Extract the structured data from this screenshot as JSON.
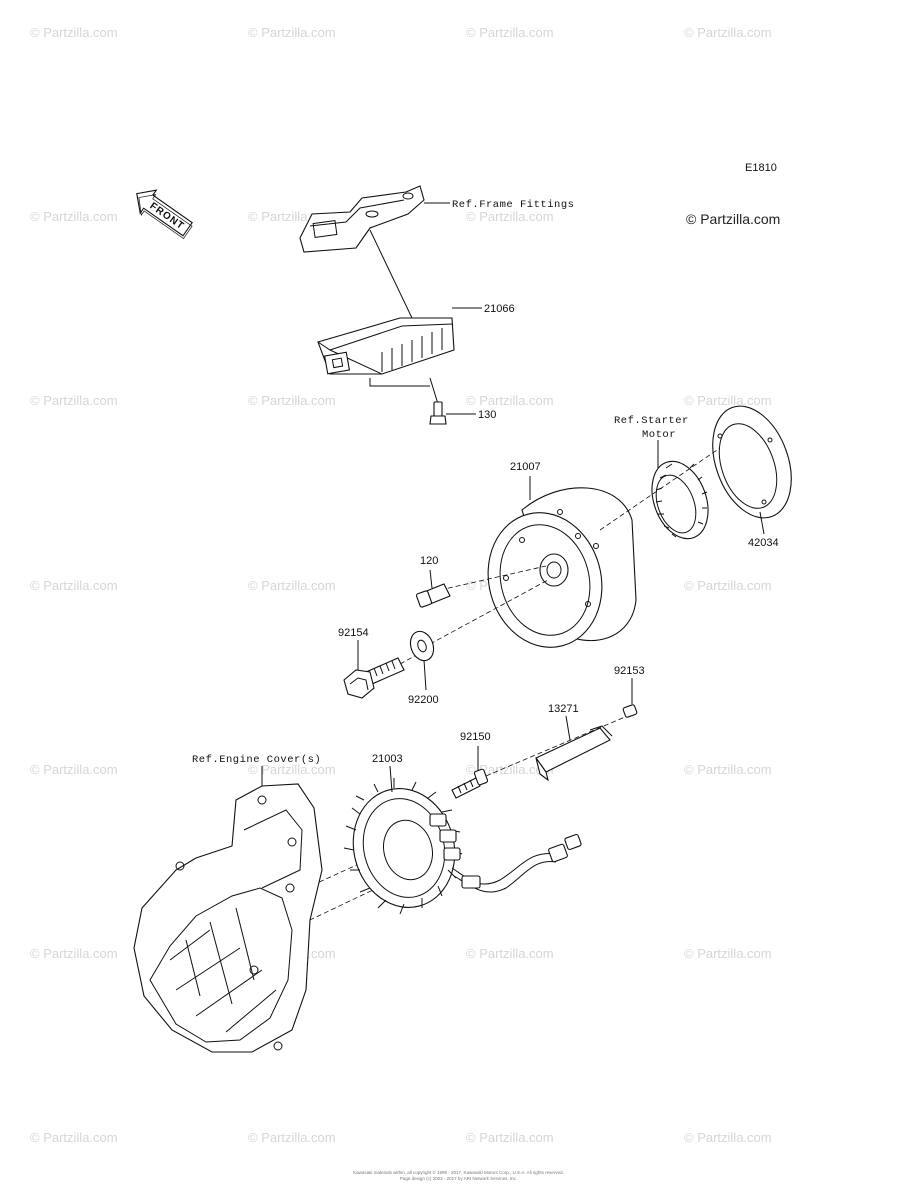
{
  "diagram_code": "E1810",
  "copyright_mark": "© Partzilla.com",
  "watermark": "© Partzilla.com",
  "front_arrow_label": "FRONT",
  "refs": {
    "frame_fittings": "Ref.Frame Fittings",
    "starter_motor_line1": "Ref.Starter",
    "starter_motor_line2": "Motor",
    "engine_cover": "Ref.Engine Cover(s)"
  },
  "parts": {
    "regulator": "21066",
    "regulator_bolt": "130",
    "rotor": "21007",
    "gasket": "42034",
    "rotor_bolt_small": "120",
    "rotor_bolt": "92154",
    "washer": "92200",
    "plug": "92153",
    "pickup_coil": "13271",
    "stator_bolt": "92150",
    "stator": "21003"
  },
  "footer": {
    "line1": "Kawasaki materials within, all copyright © 1995 - 2017, Kawasaki Motors Corp., U.S.A. All rights reserved.",
    "line2": "Page design (c) 2003 - 2017 by ARI Network Services, Inc."
  }
}
